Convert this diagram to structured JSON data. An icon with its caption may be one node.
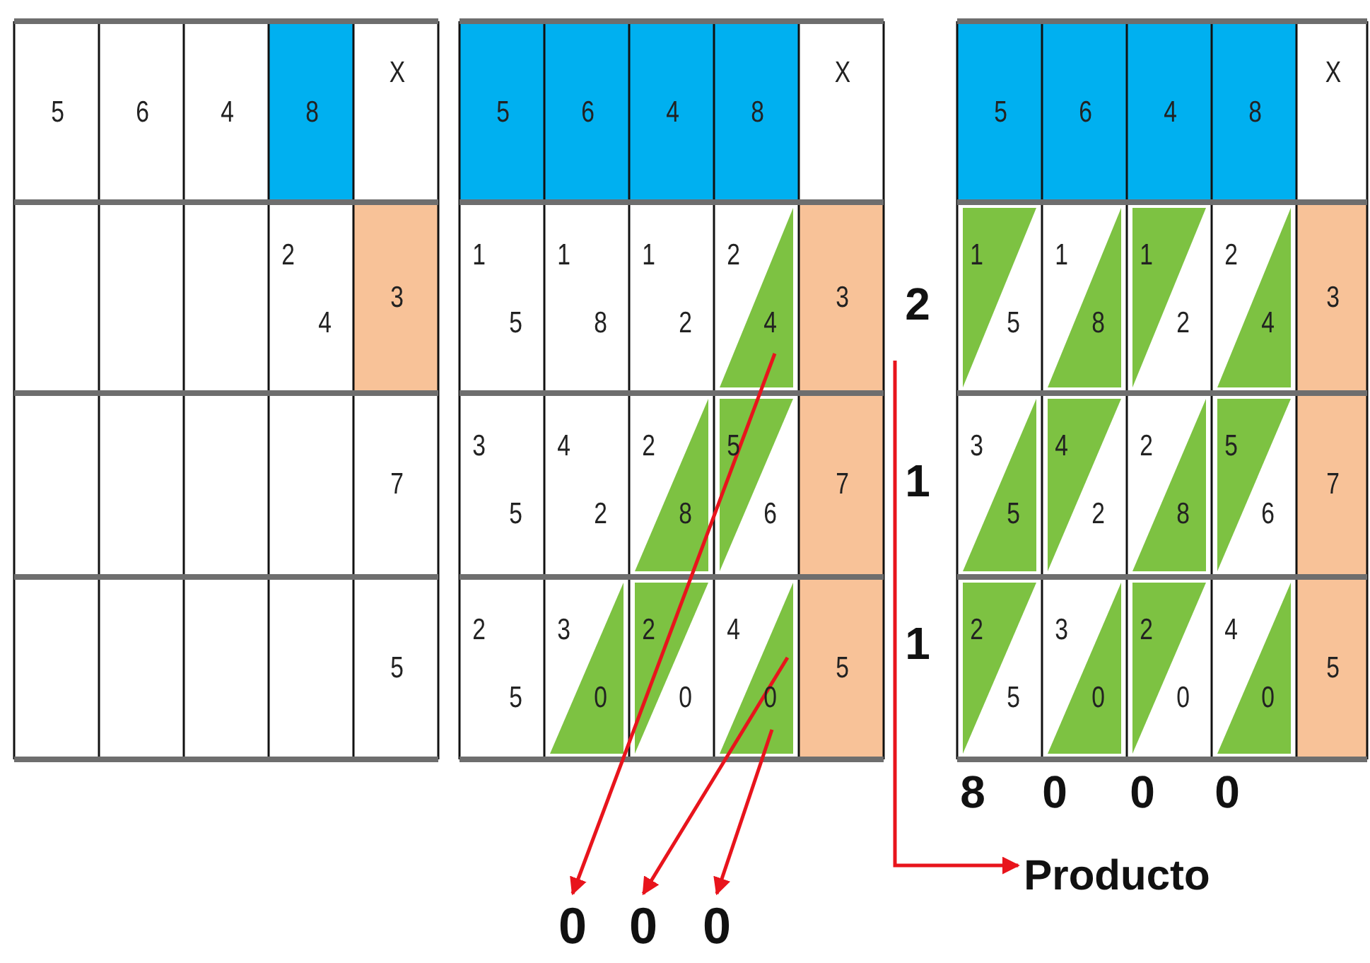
{
  "diagram": {
    "nodes": [
      {
        "text": [
          "0"
        ]
      },
      {
        "text": [
          "0"
        ]
      },
      {
        "text": [
          "0"
        ]
      },
      {
        "text": [
          "Producto"
        ]
      }
    ],
    "edges": [
      {
        "from": null,
        "to": 0,
        "arrow": "to"
      },
      {
        "from": null,
        "to": 1,
        "arrow": "to"
      },
      {
        "from": null,
        "to": 2,
        "arrow": "to"
      },
      {
        "from": null,
        "to": 3,
        "arrow": "to"
      }
    ],
    "labels": [
      "5",
      "6",
      "4",
      "8",
      "X",
      "2",
      "4",
      "3",
      "7",
      "5",
      "5",
      "6",
      "4",
      "8",
      "X",
      "1",
      "5",
      "1",
      "8",
      "1",
      "2",
      "2",
      "4",
      "3",
      "3",
      "5",
      "4",
      "2",
      "2",
      "8",
      "5",
      "6",
      "7",
      "2",
      "5",
      "3",
      "0",
      "2",
      "0",
      "4",
      "0",
      "5",
      "2",
      "1",
      "1",
      "5",
      "6",
      "4",
      "8",
      "X",
      "1",
      "5",
      "1",
      "8",
      "1",
      "2",
      "2",
      "4",
      "3",
      "3",
      "5",
      "4",
      "2",
      "2",
      "8",
      "5",
      "6",
      "7",
      "2",
      "5",
      "3",
      "0",
      "2",
      "0",
      "4",
      "0",
      "5",
      "8",
      "0",
      "0",
      "0"
    ]
  }
}
